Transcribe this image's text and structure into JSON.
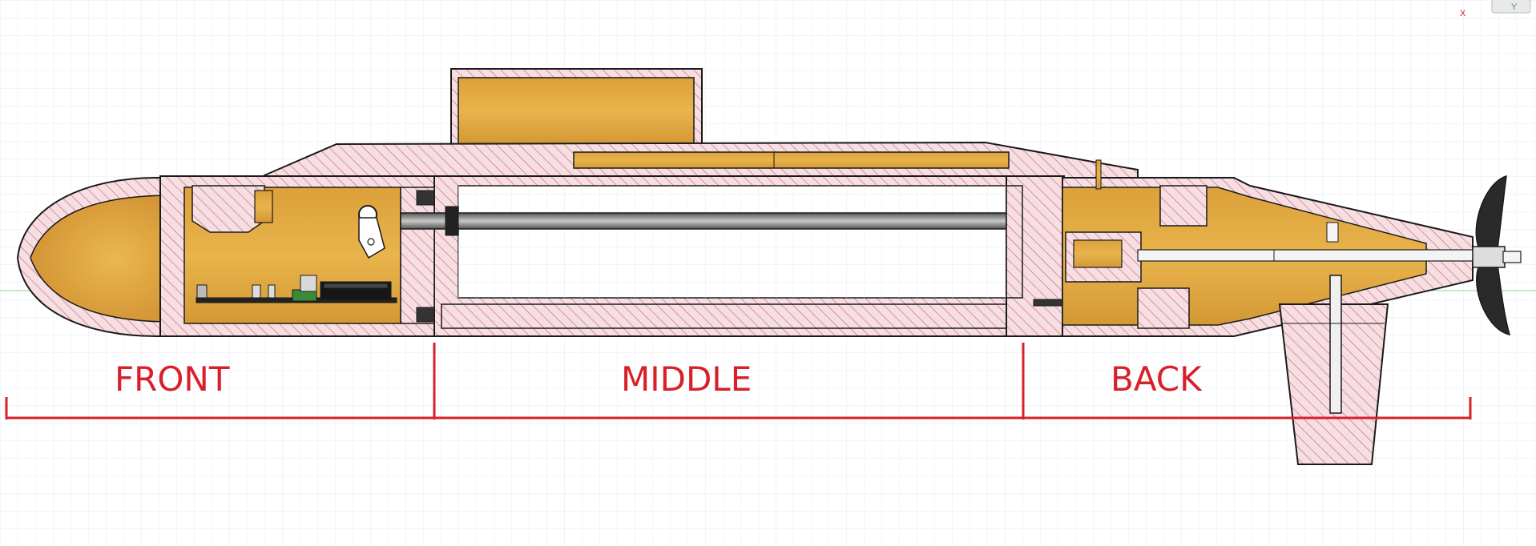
{
  "sections": [
    {
      "id": "front",
      "label": "FRONT"
    },
    {
      "id": "middle",
      "label": "MIDDLE"
    },
    {
      "id": "back",
      "label": "BACK"
    }
  ],
  "colors": {
    "hatch_fill": "#f6dfe2",
    "hatch_line": "#d66a7e",
    "interior": "#dca23c",
    "interior_light": "#e8b24a",
    "outline": "#1a1a1a",
    "rod": "#8a8a8a",
    "label_red": "#d8202a",
    "grid": "#dfe6ee",
    "pcb_green": "#3b8a3a"
  },
  "view_axes": {
    "x": "X",
    "y": "Y"
  }
}
